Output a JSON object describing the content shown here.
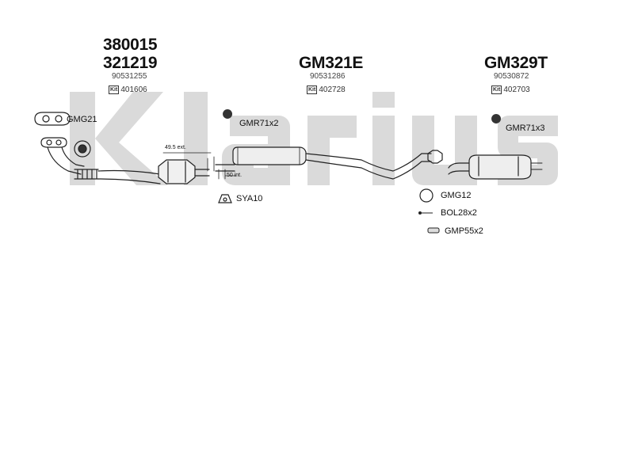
{
  "watermark": {
    "text": "Klarius",
    "color": "#d9d9d9"
  },
  "groups": [
    {
      "codes": [
        "380015",
        "321219"
      ],
      "oem": "90531255",
      "kit": "401606"
    },
    {
      "codes": [
        "GM321E"
      ],
      "oem": "90531286",
      "kit": "402728"
    },
    {
      "codes": [
        "GM329T"
      ],
      "oem": "90530872",
      "kit": "402703"
    }
  ],
  "kit_label": "Kit",
  "parts": {
    "gmg21": "GMG21",
    "gmr71x2": "GMR71x2",
    "gmr71x3": "GMR71x3",
    "sya10": "SYA10",
    "gmg12": "GMG12",
    "bol28x2": "BOL28x2",
    "gmp55x2": "GMP55x2"
  },
  "dimensions": {
    "ext": "49.5 ext.",
    "int": "50 int."
  }
}
